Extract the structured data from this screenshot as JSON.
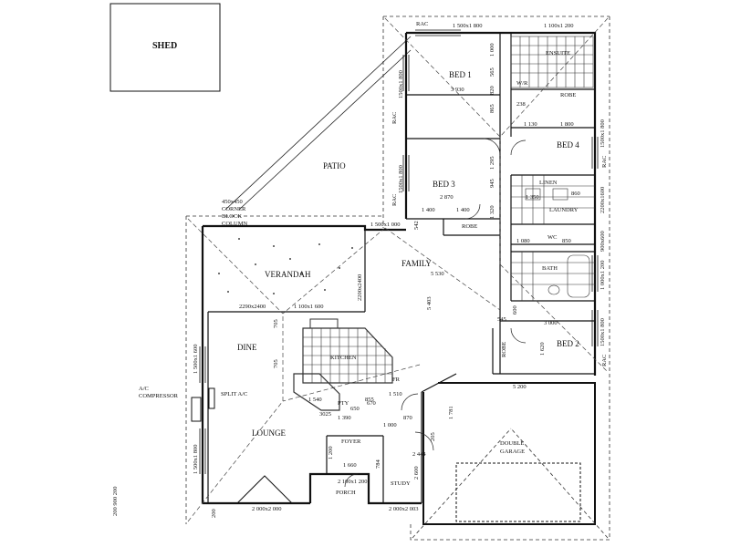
{
  "rooms": {
    "shed": "SHED",
    "patio": "PATIO",
    "bed1": "BED 1",
    "ensuite": "ENSUITE",
    "wir": "W/R",
    "robe_top": "ROBE",
    "bed4": "BED 4",
    "bed3": "BED 3",
    "robe_bed3": "ROBE",
    "linen": "LINEN",
    "laundry": "LAUNDRY",
    "wc": "WC",
    "bath": "BATH",
    "verandah": "VERANDAH",
    "family": "FAMILY",
    "dine": "DINE",
    "kitchen": "KITCHEN",
    "fr": "FR",
    "pty": "PTY",
    "lounge": "LOUNGE",
    "foyer": "FOYER",
    "study": "STUDY",
    "porch": "PORCH",
    "double_garage_1": "DOUBLE",
    "double_garage_2": "GARAGE",
    "robe_bed2": "ROBE",
    "bed2": "BED 2"
  },
  "notes": {
    "column_1": "450x450",
    "column_2": "CORNER",
    "column_3": "BLOCK",
    "column_4": "COLUMN",
    "ac_1": "A/C",
    "ac_2": "COMPRESSOR",
    "split_ac": "SPLIT A/C",
    "rac": "RAC",
    "bottom_left_note": "200 900 200"
  },
  "dimensions": {
    "bed1_window": "1 500x1 800",
    "ensuite_window": "1 100x1 200",
    "bed1_width": "3 930",
    "bed1_window_left": "1500x1 800",
    "d1000": "1 000",
    "d565": "565",
    "d820": "820",
    "d865": "865",
    "d238": "238",
    "d1130": "1 130",
    "d1800": "1 800",
    "bed4_window": "1500x1 800",
    "bed3_window": "1500x1 800",
    "d1295": "1 295",
    "d945": "945",
    "bed3_width": "2 870",
    "d1400a": "1 400",
    "d1400b": "1 400",
    "d1320": "1 320",
    "d860": "860",
    "d1350": "1 350",
    "laundry_window": "2200x1600",
    "d542": "542",
    "family_window": "1 500x1 000",
    "d1080": "1 080",
    "d850": "850",
    "wc_window": "900x600",
    "bath_window": "1 000x1 200",
    "verandah_height": "2200x2400",
    "family_width": "5 530",
    "family_depth": "5 403",
    "verandah_door": "2290x2400",
    "verandah_window": "1 100x1 600",
    "d545": "545",
    "d600": "600",
    "d3000": "3 000",
    "d1620": "1 620",
    "bed2_window": "1500x1 800",
    "d705a": "705",
    "d705b": "705",
    "dine_window": "1 500x1 600",
    "d1540": "1 540",
    "d855": "855",
    "d1510": "1 510",
    "d3025": "3025",
    "d1390": "1 390",
    "d650": "650",
    "d670": "670",
    "d1000b": "1 000",
    "d5200": "5 200",
    "d1781": "1 781",
    "d870": "870",
    "d205": "205",
    "d2444": "2 444",
    "d1200": "1 200",
    "d1660": "1 660",
    "d784": "784",
    "d2600": "2 600",
    "lounge_window": "1 500x1 800",
    "porch_window": "2 100x1 200",
    "lounge_window_bottom": "2 000x2 000",
    "study_window": "2 000x2 003",
    "d200": "200"
  }
}
